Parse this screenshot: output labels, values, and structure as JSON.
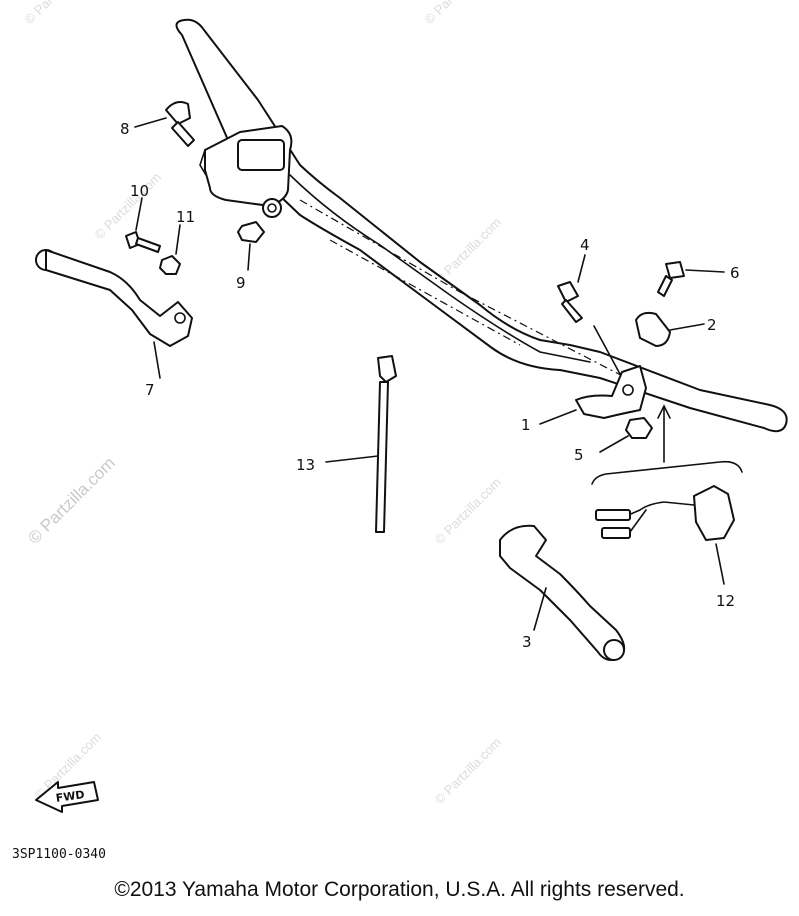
{
  "diagram": {
    "callouts": [
      {
        "id": "1",
        "label": "1"
      },
      {
        "id": "2",
        "label": "2"
      },
      {
        "id": "3",
        "label": "3"
      },
      {
        "id": "4",
        "label": "4"
      },
      {
        "id": "5",
        "label": "5"
      },
      {
        "id": "6",
        "label": "6"
      },
      {
        "id": "7",
        "label": "7"
      },
      {
        "id": "8",
        "label": "8"
      },
      {
        "id": "9",
        "label": "9"
      },
      {
        "id": "10",
        "label": "10"
      },
      {
        "id": "11",
        "label": "11"
      },
      {
        "id": "12",
        "label": "12"
      },
      {
        "id": "13",
        "label": "13"
      }
    ],
    "fwd_label": "FWD",
    "diagram_code": "3SP1100-0340"
  },
  "watermark": {
    "text": "© Partzilla.com"
  },
  "footer": {
    "copyright": "©2013  Yamaha Motor Corporation, U.S.A. All rights reserved."
  }
}
